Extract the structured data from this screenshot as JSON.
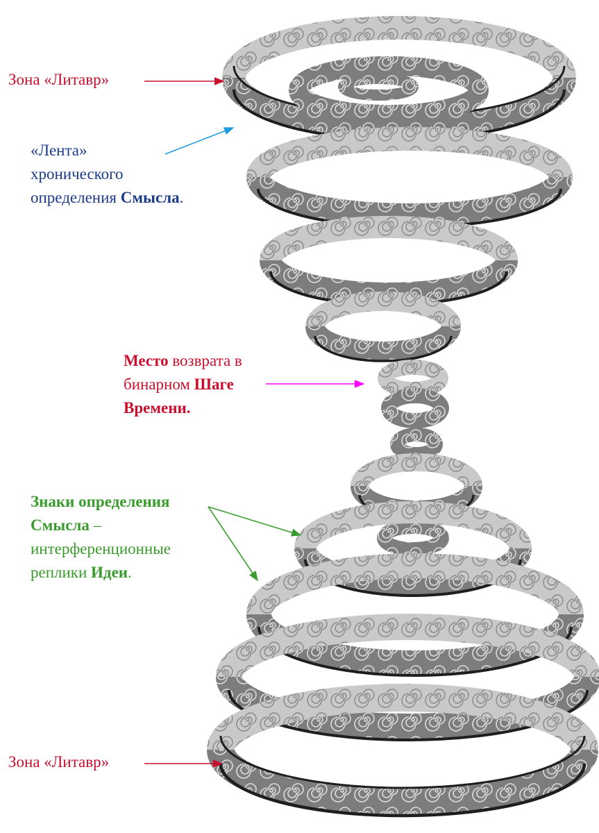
{
  "colors": {
    "red": "#c8102e",
    "blue": "#1a3a8a",
    "green": "#3a9b2d",
    "cyan_arrow": "#1e9be0",
    "magenta_arrow": "#ff00ff",
    "band_dark": "#1e1e1e",
    "band_fill": "#8a8a8a",
    "band_faded": "#b8b8b8"
  },
  "labels": {
    "zone_top": "Зона «Литавр»",
    "lenta_line1": "«Лента»",
    "lenta_line2": "хронического",
    "lenta_line3_plain": "определения ",
    "lenta_line3_bold": "Смысла",
    "lenta_line3_end": ".",
    "mesto_line1_bold": "Место",
    "mesto_line1_plain": " возврата в",
    "mesto_line2_plain": "бинарном ",
    "mesto_line2_bold": "Шаге",
    "mesto_line3_bold": "Времени.",
    "znaki_line1_bold": "Знаки определения",
    "znaki_line2_bold": "Смысла",
    "znaki_line2_plain": " –",
    "znaki_line3": "интерференционные",
    "znaki_line4_plain": "реплики ",
    "znaki_line4_bold": "Идеи",
    "znaki_line4_end": ".",
    "zone_bottom": "Зона «Литавр»"
  },
  "icons": {
    "spiral_band": "spiral-ornament-band",
    "arrow": "arrow-right-icon"
  }
}
